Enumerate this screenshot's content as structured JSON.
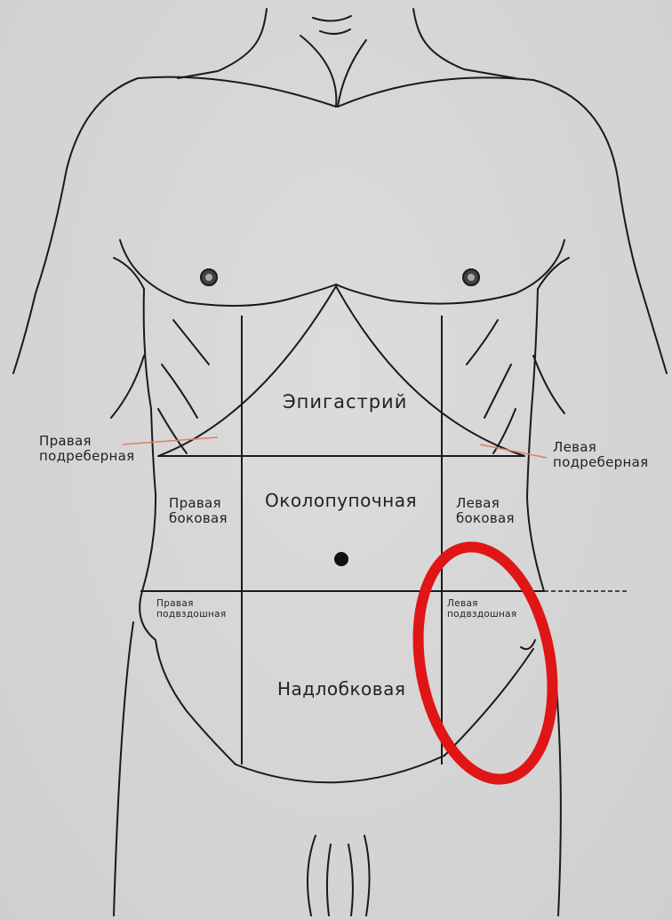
{
  "regions": {
    "epigastric": "Эпигастрий",
    "right_hypochondriac": "Правая\nподреберная",
    "left_hypochondriac": "Левая\nподреберная",
    "right_lateral": "Правая\nбоковая",
    "umbilical": "Околопупочная",
    "left_lateral": "Левая\nбоковая",
    "right_iliac": "Правая\nподвздошная",
    "left_iliac": "Левая\nподвздошная",
    "hypogastric": "Надлобковая"
  },
  "colors": {
    "outline": "#1a1a1a",
    "pointer_lines": "#e08060",
    "highlight": "#e01515"
  },
  "highlighted_region": "left_iliac"
}
